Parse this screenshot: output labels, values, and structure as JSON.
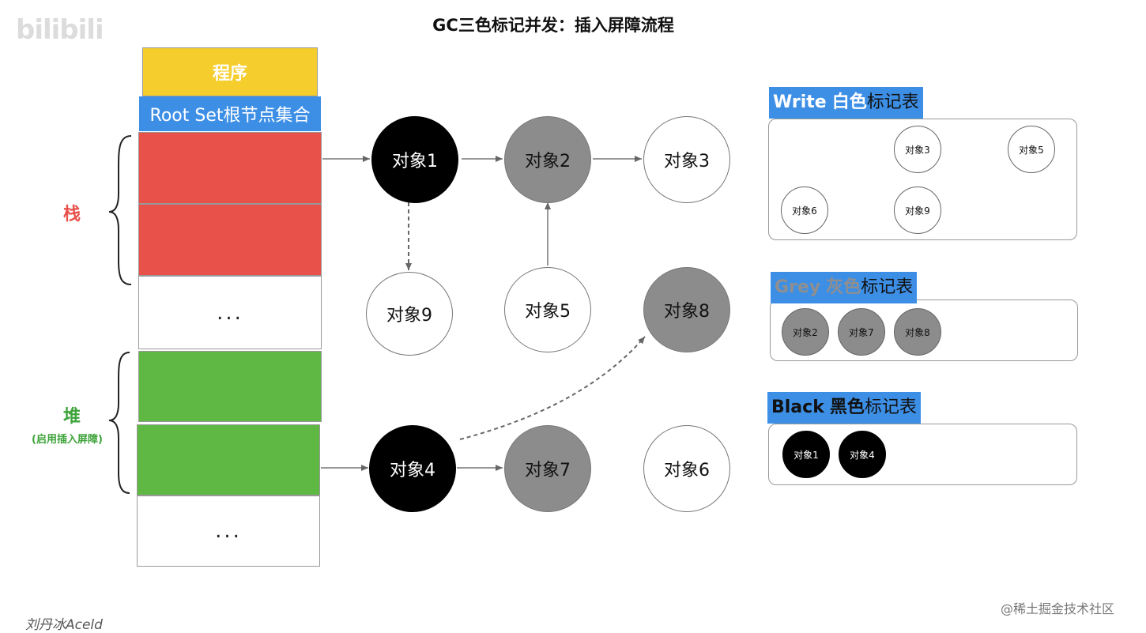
{
  "title": "GC三色标记并发：插入屏障流程",
  "watermark_top": "bilibili",
  "memory": {
    "program_label": "程序",
    "rootset_label": "Root Set根节点集合",
    "stack_label": "栈",
    "heap_label": "堆",
    "heap_sublabel": "(启用插入屏障)",
    "ellipsis": "...",
    "colors": {
      "program": "#f5cd2d",
      "rootset": "#3d8fe6",
      "stack": "#e8514a",
      "heap": "#5fb843"
    }
  },
  "nodes": {
    "obj1": {
      "label": "对象1",
      "color": "black"
    },
    "obj2": {
      "label": "对象2",
      "color": "grey"
    },
    "obj3": {
      "label": "对象3",
      "color": "white"
    },
    "obj9": {
      "label": "对象9",
      "color": "white"
    },
    "obj5": {
      "label": "对象5",
      "color": "white"
    },
    "obj8": {
      "label": "对象8",
      "color": "grey"
    },
    "obj4": {
      "label": "对象4",
      "color": "black"
    },
    "obj7": {
      "label": "对象7",
      "color": "grey"
    },
    "obj6": {
      "label": "对象6",
      "color": "white"
    }
  },
  "tables": {
    "white": {
      "name_en": "Write",
      "name_cn": "白色",
      "suffix": "标记表",
      "items": [
        "对象3",
        "对象5",
        "对象6",
        "对象9"
      ]
    },
    "grey": {
      "name_en": "Grey",
      "name_cn": "灰色",
      "suffix": "标记表",
      "items": [
        "对象2",
        "对象7",
        "对象8"
      ]
    },
    "black": {
      "name_en": "Black",
      "name_cn": "黑色",
      "suffix": "标记表",
      "items": [
        "对象1",
        "对象4"
      ]
    }
  },
  "credit_left": "刘丹冰Aceld",
  "credit_right": "@稀土掘金技术社区"
}
